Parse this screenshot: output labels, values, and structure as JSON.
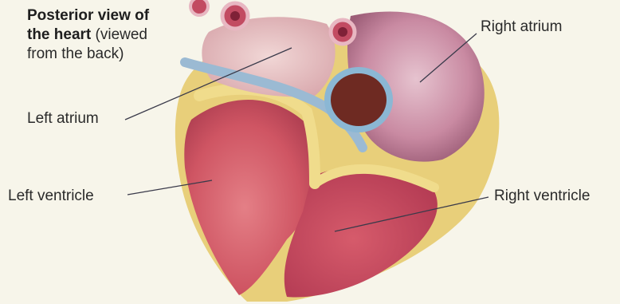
{
  "title": {
    "bold_line1": "Posterior view of",
    "bold_line2": "the heart",
    "rest_line2": " (viewed",
    "line3": "from the back)"
  },
  "labels": {
    "right_atrium": "Right atrium",
    "left_atrium": "Left atrium",
    "left_ventricle": "Left ventricle",
    "right_ventricle": "Right ventricle"
  },
  "colors": {
    "background": "#f7f5ea",
    "myocardium": "#d9606a",
    "fat": "#e8d27a",
    "vessel_blue": "#8fb4cf",
    "atrium_pink": "#c97b95"
  }
}
